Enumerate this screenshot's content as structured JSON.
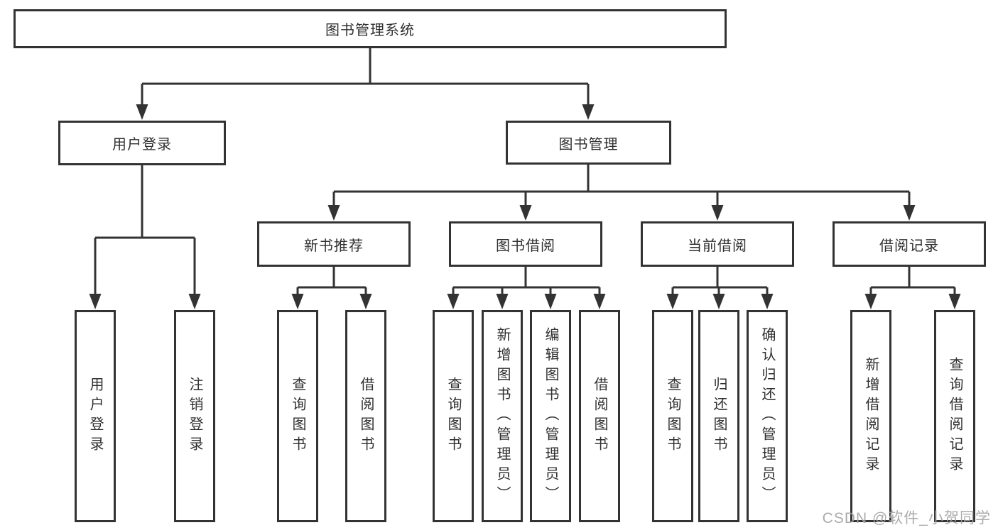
{
  "diagram": {
    "root": "图书管理系统",
    "level1": [
      "用户登录",
      "图书管理"
    ],
    "level2": [
      "新书推荐",
      "图书借阅",
      "当前借阅",
      "借阅记录"
    ],
    "leaves": {
      "user_login": [
        "用户登录",
        "注销登录"
      ],
      "new_book": [
        "查询图书",
        "借阅图书"
      ],
      "book_borrow": [
        "查询图书",
        "新增图书（管理员）",
        "编辑图书（管理员）",
        "借阅图书"
      ],
      "current_borrow": [
        "查询图书",
        "归还图书",
        "确认归还（管理员）"
      ],
      "borrow_records": [
        "新增借阅记录",
        "查询借阅记录"
      ]
    }
  },
  "watermark": "CSDN @软件_小贺同学",
  "colors": {
    "line": "#333333",
    "box_border": "#333333",
    "text": "#2f2f2f",
    "watermark": "#a6a6a6",
    "background": "#ffffff"
  }
}
